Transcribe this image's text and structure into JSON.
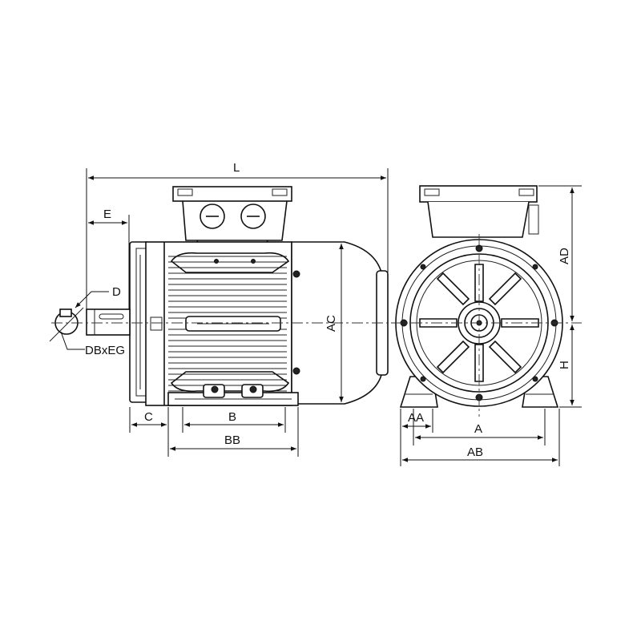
{
  "dimension_labels": {
    "L": "L",
    "E": "E",
    "D": "D",
    "DBxEG": "DBxEG",
    "AC": "AC",
    "C": "C",
    "B": "B",
    "BB": "BB",
    "AD": "AD",
    "H": "H",
    "AA": "AA",
    "A": "A",
    "AB": "AB"
  }
}
